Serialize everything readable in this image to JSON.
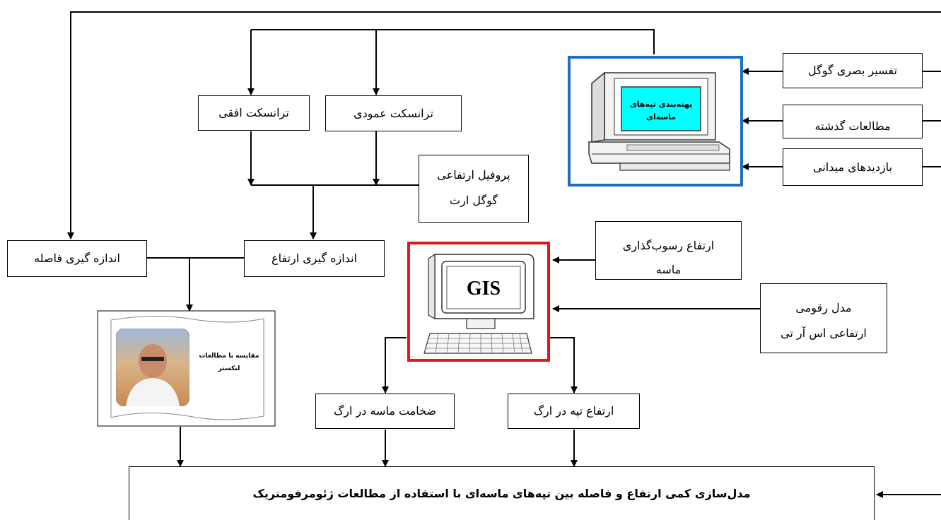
{
  "boxes": {
    "google_visual": "تفسیر بصری گوگل",
    "past_studies": "مطالعات گذشته",
    "field_visits": "بازدیدهای میدانی",
    "horizontal_transect": "ترانسکت افقی",
    "vertical_transect": "ترانسکت عمودی",
    "elevation_profile_line1": "پروفیل ارتفاعی",
    "elevation_profile_line2": "گوگل ارث",
    "distance_measurement": "اندازه گیری فاصله",
    "elevation_measurement": "اندازه گیری ارتفاع",
    "sediment_elevation_line1": "ارتفاع رسوب‌گذاری",
    "sediment_elevation_line2": "ماسه",
    "dem_line1": "مدل رقومی",
    "dem_line2": "ارتفاعی اس آر تی",
    "sand_thickness": "ضخامت ماسه در ارگ",
    "dune_height": "ارتفاع تپه در ارگ",
    "final_output": "مدل‌سازی کمی ارتفاع و فاصله بین تپه‌های ماسه‌ای با استفاده از مطالعات ژئومرفومتریک"
  },
  "classification_computer": {
    "screen_text_line1": "پهنه‌بندی تپه‌های",
    "screen_text_line2": "ماسه‌ای",
    "frame_color": "#1f6fc1",
    "screen_color": "#00ffff"
  },
  "gis_computer": {
    "screen_text": "GIS",
    "frame_color": "#e8141c"
  },
  "comparison_book": {
    "text_line1": "مقایسه با مطالعات",
    "text_line2": "لنکستر"
  }
}
